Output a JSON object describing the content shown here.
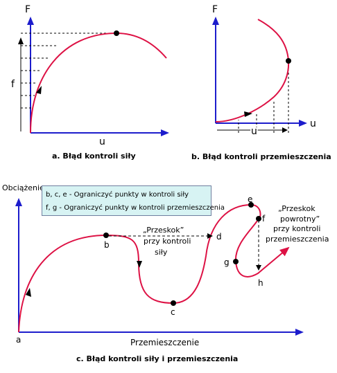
{
  "panel_a": {
    "y_axis_label": "F",
    "x_axis_label": "u",
    "f_label": "f",
    "caption": "a. Błąd kontroli siły"
  },
  "panel_b": {
    "y_axis_label": "F",
    "x_axis_label": "u",
    "u_label": "u",
    "caption": "b. Błąd kontroli przemieszczenia"
  },
  "panel_c": {
    "y_axis_label": "Obciążenie",
    "x_axis_label": "Przemieszczenie",
    "caption": "c. Błąd kontroli siły i przemieszczenia",
    "legend": {
      "line1": "b, c, e - Ograniczyć punkty w kontroli siły",
      "line2": "f, g - Ograniczyć punkty w kontroli przemieszczenia"
    },
    "points": {
      "a": "a",
      "b": "b",
      "c": "c",
      "d": "d",
      "e": "e",
      "f": "f",
      "g": "g",
      "h": "h"
    },
    "snap_through": [
      "„Przeskok”",
      "przy kontroli",
      "siły"
    ],
    "snap_back": [
      "„Przeskok",
      "powrotny”",
      "przy kontroli",
      "przemieszczenia"
    ]
  },
  "colors": {
    "curve": "#dd1144",
    "axis": "#1c1ccc",
    "point": "#000000"
  }
}
